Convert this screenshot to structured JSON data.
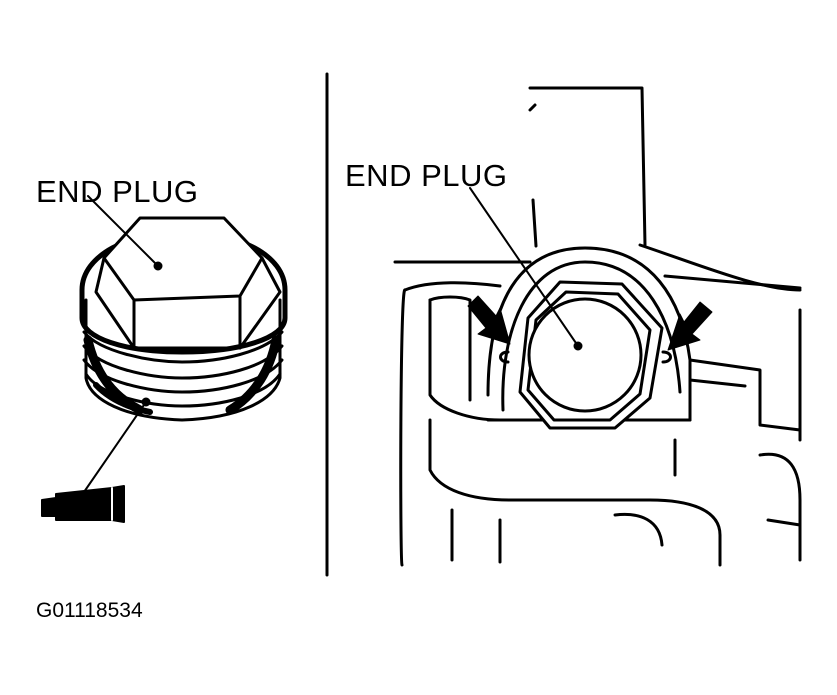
{
  "left_panel": {
    "label": "END PLUG"
  },
  "right_panel": {
    "label": "END PLUG"
  },
  "figure_code": "G01118534",
  "colors": {
    "ink": "#000000",
    "paper": "#ffffff"
  }
}
